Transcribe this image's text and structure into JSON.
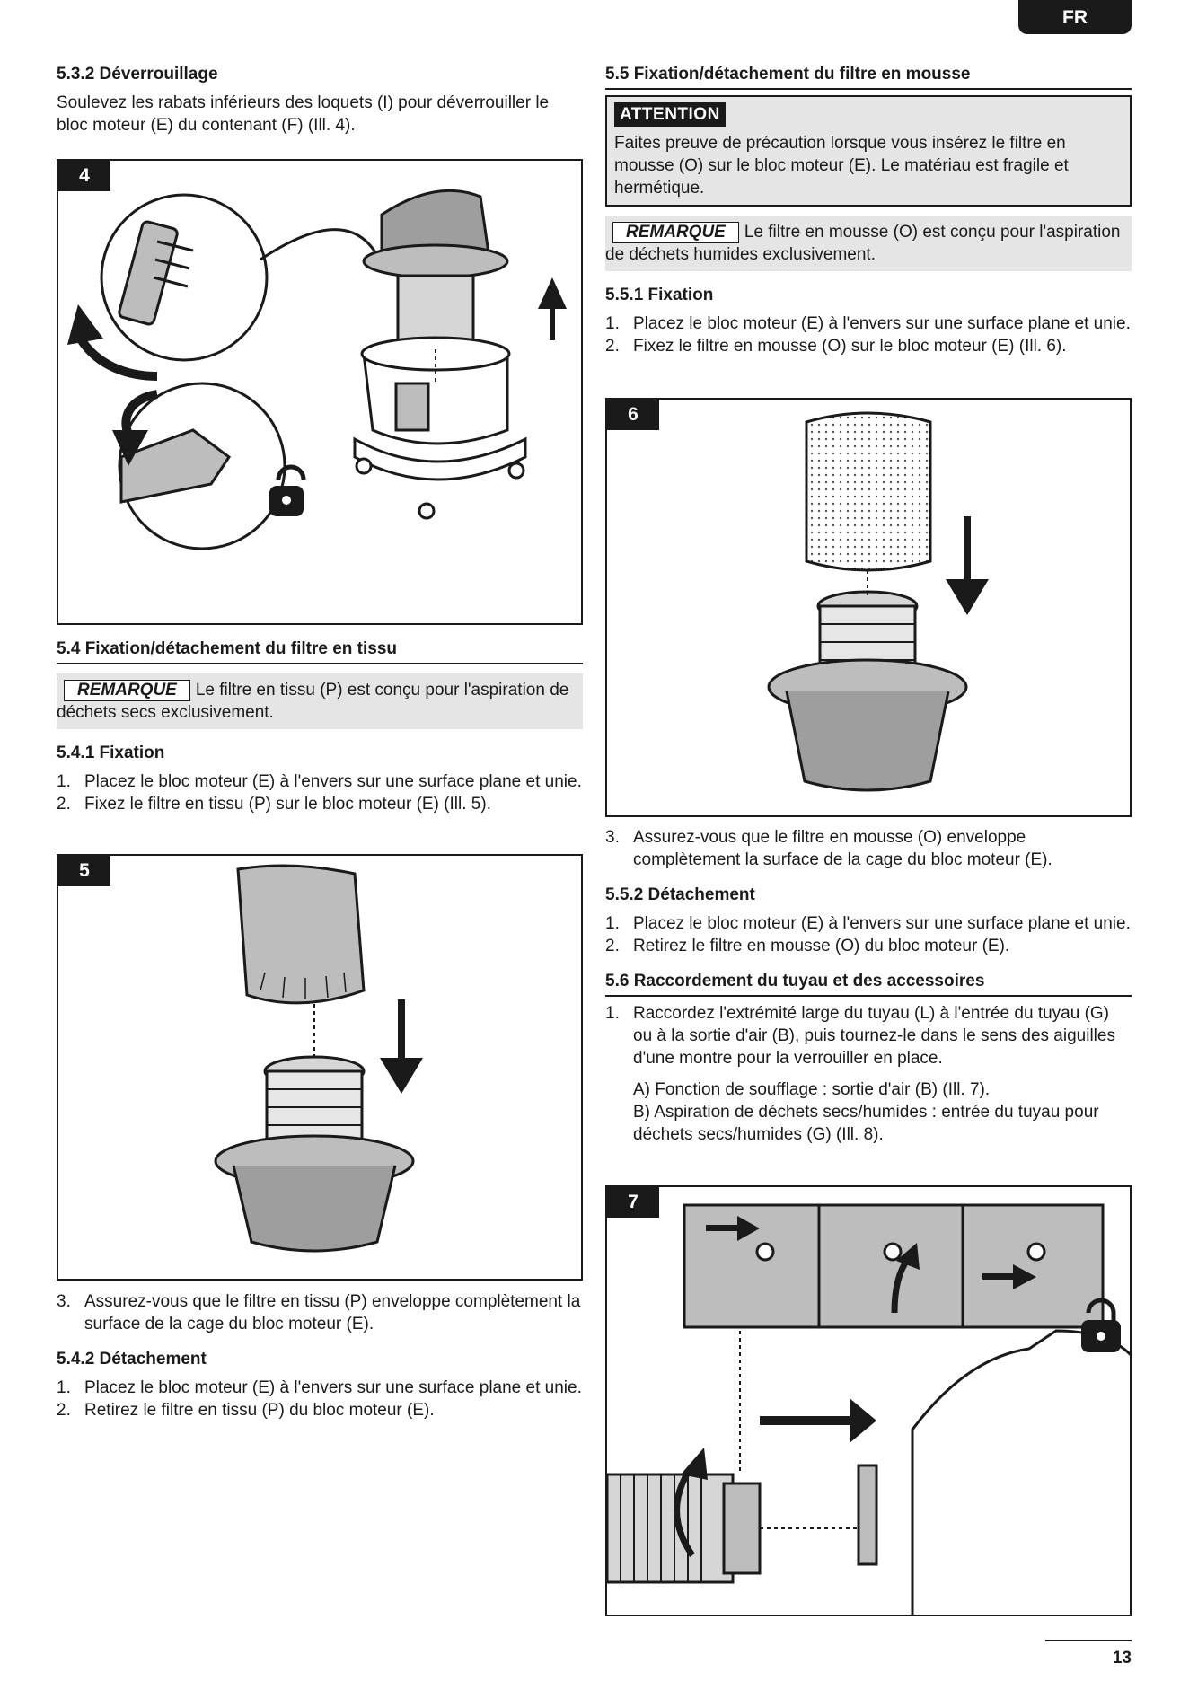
{
  "header": {
    "lang": "FR"
  },
  "left": {
    "s532": {
      "title": "5.3.2 Déverrouillage",
      "text": "Soulevez les rabats inférieurs des loquets (I) pour déverrouiller le bloc moteur (E) du contenant (F) (Ill. 4)."
    },
    "fig4_label": "4",
    "s54": {
      "title": "5.4 Fixation/détachement du filtre en tissu",
      "note_tag": "REMARQUE",
      "note_text": "Le filtre en tissu (P) est conçu pour l'aspiration de déchets secs exclusivement."
    },
    "s541": {
      "title": "5.4.1 Fixation",
      "steps": [
        {
          "n": "1.",
          "t": "Placez le bloc moteur (E) à l'envers sur une surface plane et unie."
        },
        {
          "n": "2.",
          "t": "Fixez le filtre en tissu (P) sur le bloc moteur (E) (Ill. 5)."
        }
      ]
    },
    "fig5_label": "5",
    "s541b": {
      "n": "3.",
      "t": "Assurez-vous que le filtre en tissu (P) enveloppe complètement la surface de la cage du bloc moteur (E)."
    },
    "s542": {
      "title": "5.4.2 Détachement",
      "steps": [
        {
          "n": "1.",
          "t": "Placez le bloc moteur (E) à l'envers sur une surface plane et unie."
        },
        {
          "n": "2.",
          "t": "Retirez le filtre en tissu (P) du bloc moteur (E)."
        }
      ]
    }
  },
  "right": {
    "s55": {
      "title": "5.5 Fixation/détachement du filtre en mousse",
      "warn_tag": "ATTENTION",
      "warn_text": "Faites preuve de précaution lorsque vous insérez le filtre en mousse (O) sur le bloc moteur (E). Le matériau est fragile et hermétique.",
      "note_tag": "REMARQUE",
      "note_text": "Le filtre en mousse (O) est conçu pour l'aspiration de déchets humides exclusivement."
    },
    "s551": {
      "title": "5.5.1 Fixation",
      "steps": [
        {
          "n": "1.",
          "t": "Placez le bloc moteur (E) à l'envers sur une surface plane et unie."
        },
        {
          "n": "2.",
          "t": "Fixez le filtre en mousse (O) sur le bloc moteur (E) (Ill. 6)."
        }
      ]
    },
    "fig6_label": "6",
    "s551b": {
      "n": "3.",
      "t": "Assurez-vous que le filtre en mousse (O) enveloppe complètement la surface de la cage du bloc moteur (E)."
    },
    "s552": {
      "title": "5.5.2 Détachement",
      "steps": [
        {
          "n": "1.",
          "t": "Placez le bloc moteur (E) à l'envers sur une surface plane et unie."
        },
        {
          "n": "2.",
          "t": "Retirez le filtre en mousse (O) du bloc moteur (E)."
        }
      ]
    },
    "s56": {
      "title": "5.6 Raccordement du tuyau et des accessoires",
      "step1": {
        "n": "1.",
        "t": "Raccordez l'extrémité large du tuyau (L) à l'entrée du tuyau (G) ou à la sortie d'air (B), puis tournez-le dans le sens des aiguilles d'une montre pour la verrouiller en place."
      },
      "sub_a": "A) Fonction de soufflage : sortie d'air (B) (Ill. 7).",
      "sub_b": "B) Aspiration de déchets secs/humides : entrée du tuyau pour déchets secs/humides (G) (Ill. 8)."
    },
    "fig7_label": "7"
  },
  "footer": {
    "page": "13"
  }
}
